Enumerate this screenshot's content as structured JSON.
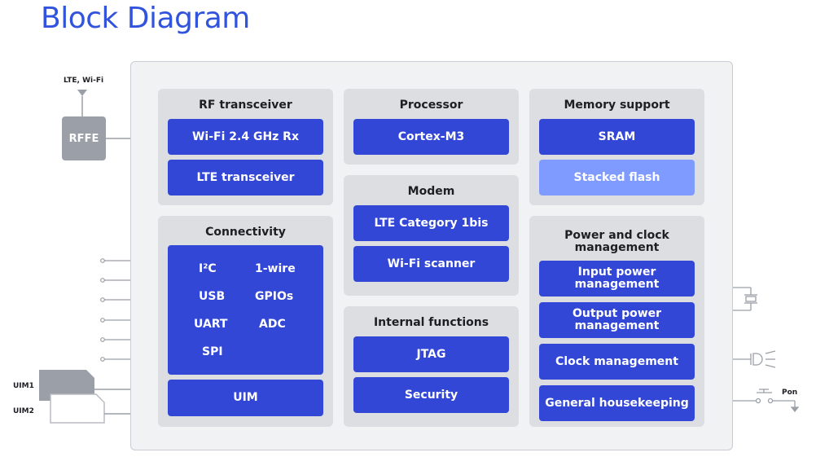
{
  "title": "Block Diagram",
  "external": {
    "antenna_label": "LTE, Wi-Fi",
    "rffe": "RFFE",
    "uim1": "UIM1",
    "uim2": "UIM2",
    "pon": "Pon"
  },
  "rf": {
    "title": "RF transceiver",
    "blocks": [
      "Wi-Fi 2.4 GHz Rx",
      "LTE transceiver"
    ]
  },
  "processor": {
    "title": "Processor",
    "blocks": [
      "Cortex-M3"
    ]
  },
  "memory": {
    "title": "Memory support",
    "blocks": [
      "SRAM",
      "Stacked flash"
    ]
  },
  "modem": {
    "title": "Modem",
    "blocks": [
      "LTE Category 1bis",
      "Wi-Fi scanner"
    ]
  },
  "connectivity": {
    "title": "Connectivity",
    "items": [
      "I²C",
      "1-wire",
      "USB",
      "GPIOs",
      "UART",
      "ADC",
      "SPI"
    ],
    "uim": "UIM"
  },
  "internal": {
    "title": "Internal functions",
    "blocks": [
      "JTAG",
      "Security"
    ]
  },
  "power": {
    "title_line1": "Power and clock",
    "title_line2": "management",
    "blocks": [
      {
        "line1": "Input power",
        "line2": "management"
      },
      {
        "line1": "Output power",
        "line2": "management"
      },
      {
        "line1": "Clock management",
        "line2": ""
      },
      {
        "line1": "General housekeeping",
        "line2": ""
      }
    ]
  }
}
